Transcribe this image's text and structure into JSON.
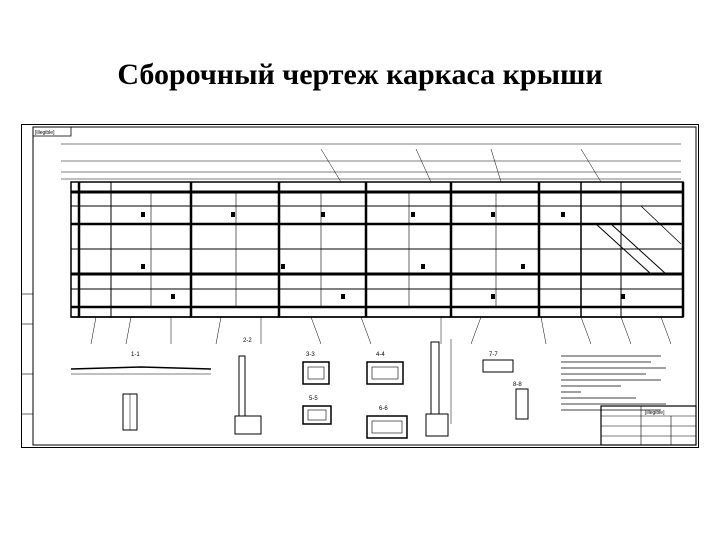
{
  "slide": {
    "title": "Сборочный чертеж каркаса крыши"
  },
  "drawing": {
    "sheet_stamp": "[illegible]",
    "section_labels": [
      "1-1",
      "2-2",
      "3-3",
      "4-4",
      "5-5",
      "6-6",
      "7-7",
      "8-8"
    ],
    "title_block_text": "[illegible]"
  }
}
